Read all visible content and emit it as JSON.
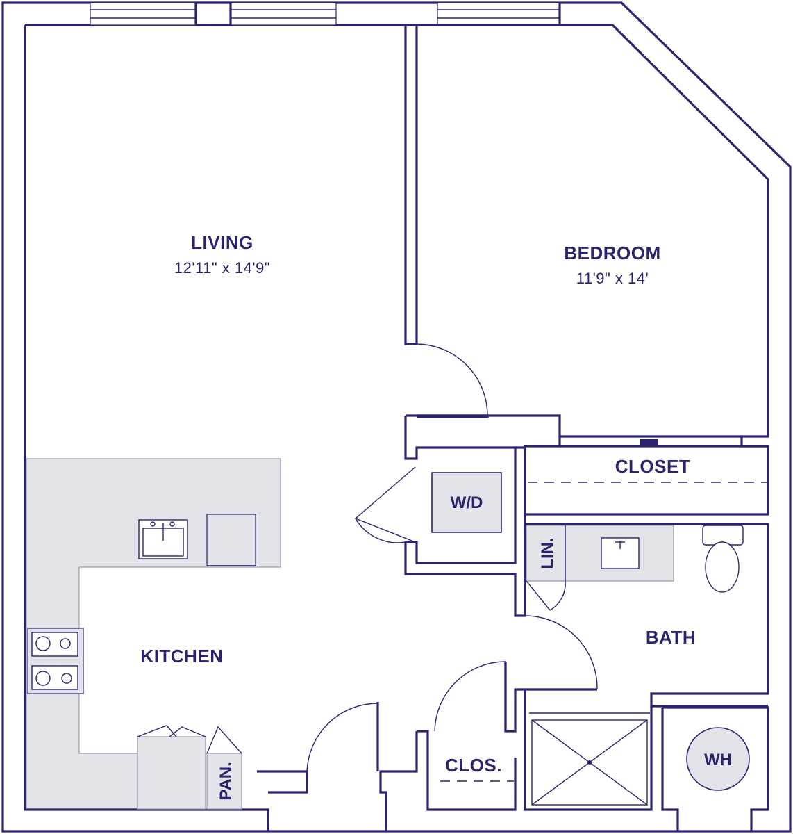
{
  "rooms": {
    "living": {
      "name": "LIVING",
      "dimensions": "12'11\" x 14'9\""
    },
    "bedroom": {
      "name": "BEDROOM",
      "dimensions": "11'9\" x 14'"
    },
    "closet": {
      "name": "CLOSET"
    },
    "kitchen": {
      "name": "KITCHEN"
    },
    "bath": {
      "name": "BATH"
    },
    "clos": {
      "name": "CLOS."
    }
  },
  "fixtures": {
    "washer_dryer": "W/D",
    "linen": "LIN.",
    "pantry": "PAN.",
    "water_heater": "WH"
  },
  "colors": {
    "wall": "#2a2470",
    "counter": "#e3e3ea",
    "text": "#2a2470"
  }
}
